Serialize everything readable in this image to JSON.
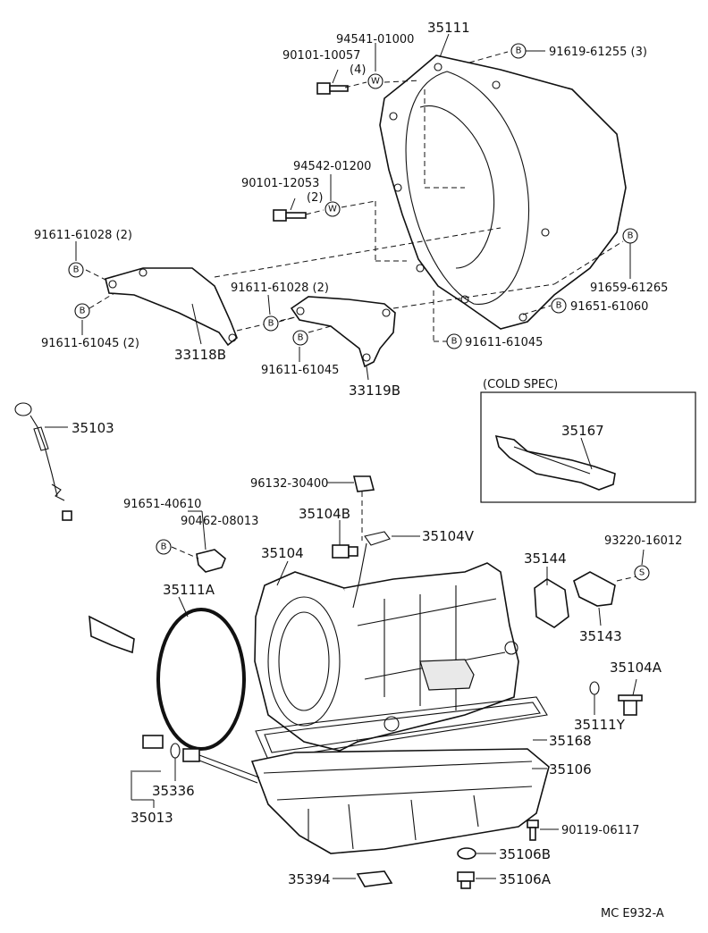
{
  "diagram": {
    "labels": {
      "p35111": "35111",
      "p94541": "94541-01000",
      "p90101a": "90101-10057",
      "p90101a_qty": "(4)",
      "p91619": "91619-61255 (3)",
      "p94542": "94542-01200",
      "p90101b": "90101-12053",
      "p90101b_qty": "(2)",
      "p91611_61028a": "91611-61028 (2)",
      "p91659": "91659-61265",
      "p91611_61028b": "91611-61028 (2)",
      "p91651_61060": "91651-61060",
      "p91611_61045a": "91611-61045 (2)",
      "p33118b": "33118B",
      "p91611_61045b": "91611-61045",
      "p91611_61045c": "91611-61045",
      "p33119b": "33119B",
      "cold_spec": "(COLD SPEC)",
      "p35167": "35167",
      "p35103": "35103",
      "p96132": "96132-30400",
      "p91651_40610": "91651-40610",
      "p90462": "90462-08013",
      "p35104b": "35104B",
      "p35104v": "35104V",
      "p93220": "93220-16012",
      "p35104": "35104",
      "p35111a": "35111A",
      "p35144": "35144",
      "p35143": "35143",
      "p35104a": "35104A",
      "p35111y": "35111Y",
      "p35168": "35168",
      "p35106": "35106",
      "p35336": "35336",
      "p35013": "35013",
      "p90119": "90119-06117",
      "p35106b": "35106B",
      "p35394": "35394",
      "p35106a": "35106A",
      "footer": "MC  E932-A"
    },
    "symbols": {
      "b": "B",
      "w": "W",
      "s": "S"
    }
  }
}
